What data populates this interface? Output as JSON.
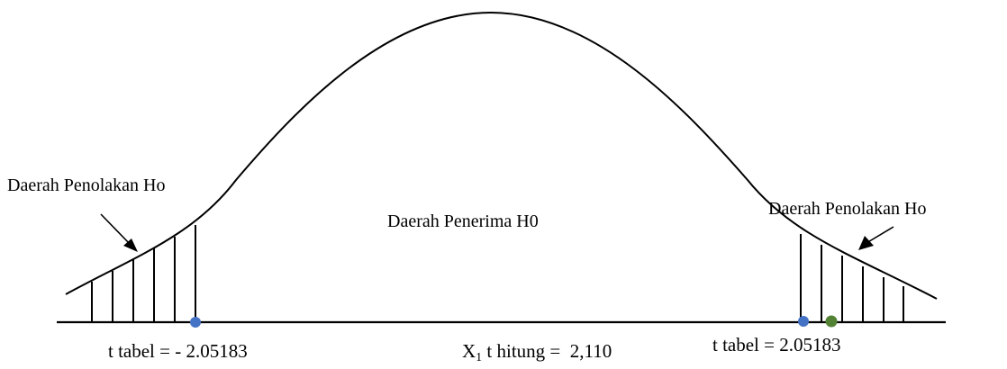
{
  "labels": {
    "reject_left": "Daerah Penolakan Ho",
    "reject_right": "Daerah Penolakan Ho",
    "accept": "Daerah Penerima H0",
    "t_table_left": "t tabel = - 2.05183",
    "t_table_right": "t tabel =  2.05183",
    "t_stat_symbol": "X",
    "t_stat_subscript": "1",
    "t_stat_text": " t hitung =  2,110"
  },
  "values": {
    "t_table_left": -2.05183,
    "t_table_right": 2.05183,
    "t_statistic": 2.11
  },
  "colors": {
    "line": "#000000",
    "critical_point": "#4472C4",
    "statistic_point": "#548235"
  }
}
